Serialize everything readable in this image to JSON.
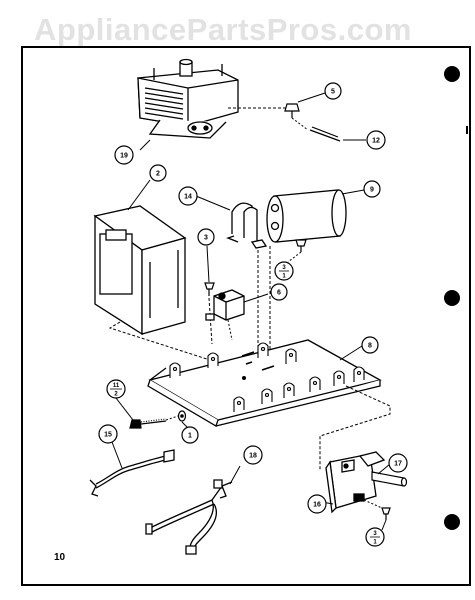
{
  "watermark": "AppliancePartsPros.com",
  "page_number": "10",
  "colors": {
    "ink": "#000000",
    "paper": "#ffffff",
    "watermark": "#e2e2e2"
  },
  "callouts": {
    "c5": "5",
    "c12": "12",
    "c19": "19",
    "c2": "2",
    "c14": "14",
    "c9": "9",
    "c3": "3",
    "c6": "6",
    "c8": "8",
    "c1": "1",
    "c15": "15",
    "c18": "18",
    "c17": "17",
    "c16": "16"
  },
  "fractions": {
    "f31a": {
      "num": "3",
      "den": "1"
    },
    "f112": {
      "num": "11",
      "den": "2"
    },
    "f31b": {
      "num": "3",
      "den": "1"
    }
  }
}
